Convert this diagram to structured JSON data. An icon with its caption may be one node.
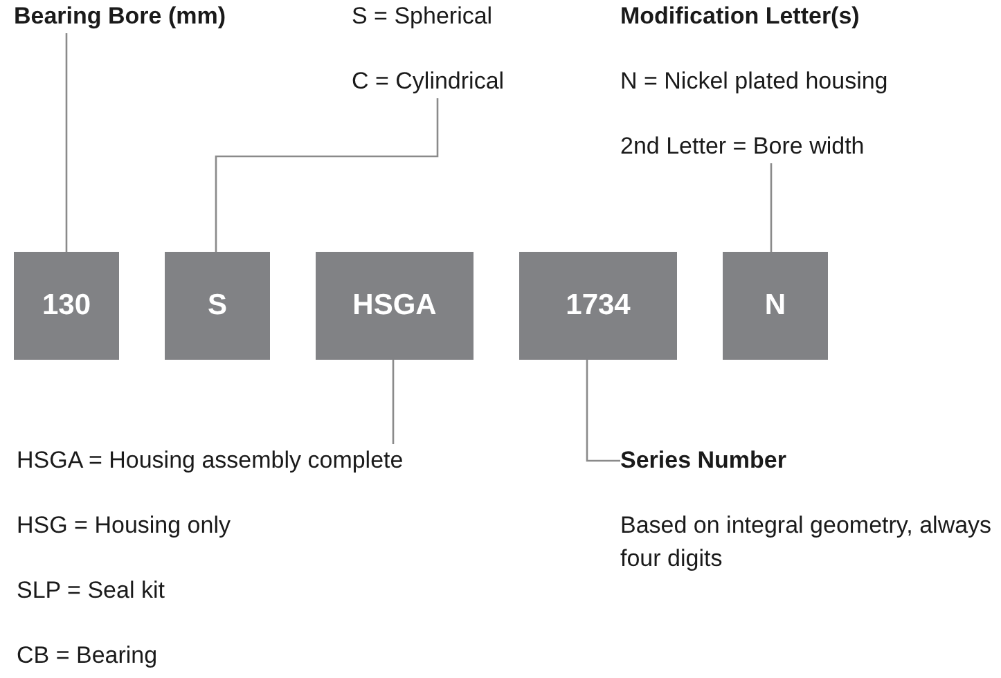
{
  "diagram": {
    "nodes": [
      {
        "text": [
          "Bearing Bore (mm)"
        ]
      },
      {
        "text": [
          "S = Spherical",
          "C = Cylindrical"
        ]
      },
      {
        "text": [
          "Modification Letter(s)",
          "N = Nickel plated housing",
          "2nd Letter = Bore width"
        ]
      },
      {
        "text": [
          "130"
        ]
      },
      {
        "text": [
          "S"
        ]
      },
      {
        "text": [
          "HSGA"
        ]
      },
      {
        "text": [
          "1734"
        ]
      },
      {
        "text": [
          "N"
        ]
      },
      {
        "text": [
          "HSGA = Housing assembly complete",
          "HSG = Housing only",
          "SLP = Seal kit",
          "CB = Bearing"
        ]
      },
      {
        "text": [
          "Series Number",
          "Based on integral geometry, always four digits"
        ]
      }
    ],
    "edges": [
      {
        "from": 0,
        "to": 3,
        "arrow": "none"
      },
      {
        "from": 1,
        "to": 4,
        "arrow": "none"
      },
      {
        "from": 2,
        "to": 7,
        "arrow": "none"
      },
      {
        "from": 8,
        "to": 5,
        "arrow": "none"
      },
      {
        "from": 9,
        "to": 6,
        "arrow": "none"
      }
    ]
  }
}
